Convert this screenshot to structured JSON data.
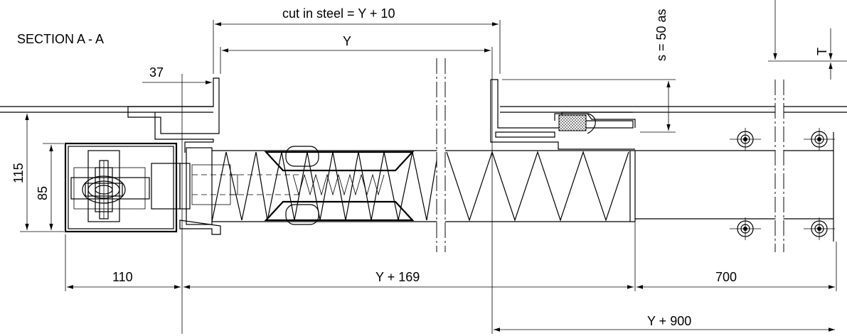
{
  "section_title": "SECTION A - A",
  "dimensions": {
    "cut_in_steel": "cut in steel  = Y + 10",
    "y": "Y",
    "offset_37": "37",
    "s_50": "s = 50 as",
    "t": "T",
    "height_115": "115",
    "height_85": "85",
    "width_110": "110",
    "y_plus_169": "Y + 169",
    "width_700": "700",
    "y_plus_900": "Y + 900"
  },
  "colors": {
    "line": "#000000",
    "background": "#ffffff",
    "hatch": "#333333"
  }
}
